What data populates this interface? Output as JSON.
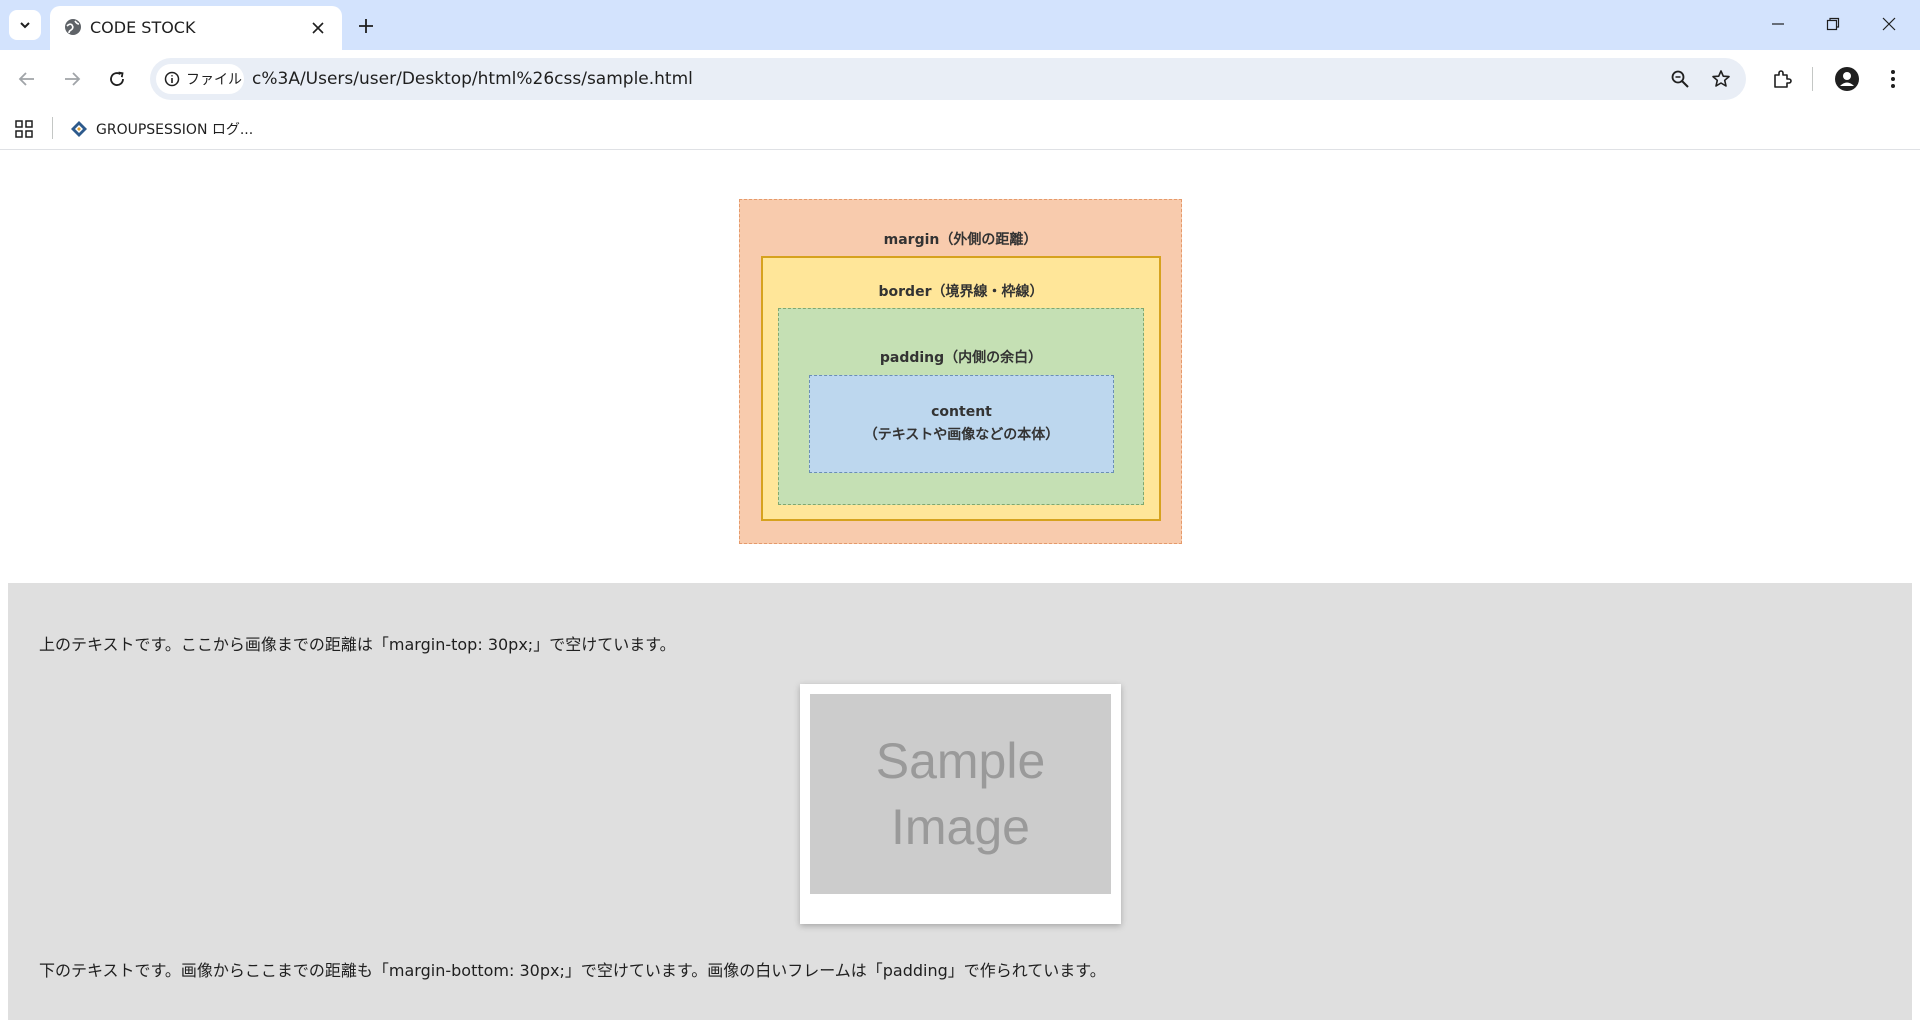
{
  "browser": {
    "tab": {
      "title": "CODE STOCK"
    },
    "toolbar": {
      "site_info_label": "ファイル",
      "url": "c%3A/Users/user/Desktop/html%26css/sample.html"
    },
    "bookmarks": [
      {
        "label": "GROUPSESSION ログ..."
      }
    ]
  },
  "page": {
    "box_model": {
      "margin_label": "margin（外側の距離）",
      "border_label": "border（境界線・枠線）",
      "padding_label": "padding（内側の余白）",
      "content_label_line1": "content",
      "content_label_line2": "（テキストや画像などの本体）"
    },
    "demo": {
      "text_top": "上のテキストです。ここから画像までの距離は「margin-top: 30px;」で空けています。",
      "image_line1": "Sample",
      "image_line2": "Image",
      "text_bottom": "下のテキストです。画像からここまでの距離も「margin-bottom: 30px;」で空けています。画像の白いフレームは「padding」で作られています。"
    }
  },
  "colors": {
    "tabstrip": "#d3e3fd",
    "omnibox": "#e9eef6",
    "margin_box": "#f8cbad",
    "border_box": "#ffe699",
    "padding_box": "#c5e0b4",
    "content_box": "#bdd7ee",
    "gray_section": "#dfdfdf"
  },
  "icons": [
    "tab-search-icon",
    "globe-icon",
    "close-icon",
    "plus-icon",
    "minimize-icon",
    "restore-icon",
    "window-close-icon",
    "back-icon",
    "forward-icon",
    "reload-icon",
    "info-icon",
    "zoom-icon",
    "star-icon",
    "extensions-icon",
    "profile-icon",
    "menu-icon",
    "apps-icon",
    "groupsession-icon"
  ]
}
